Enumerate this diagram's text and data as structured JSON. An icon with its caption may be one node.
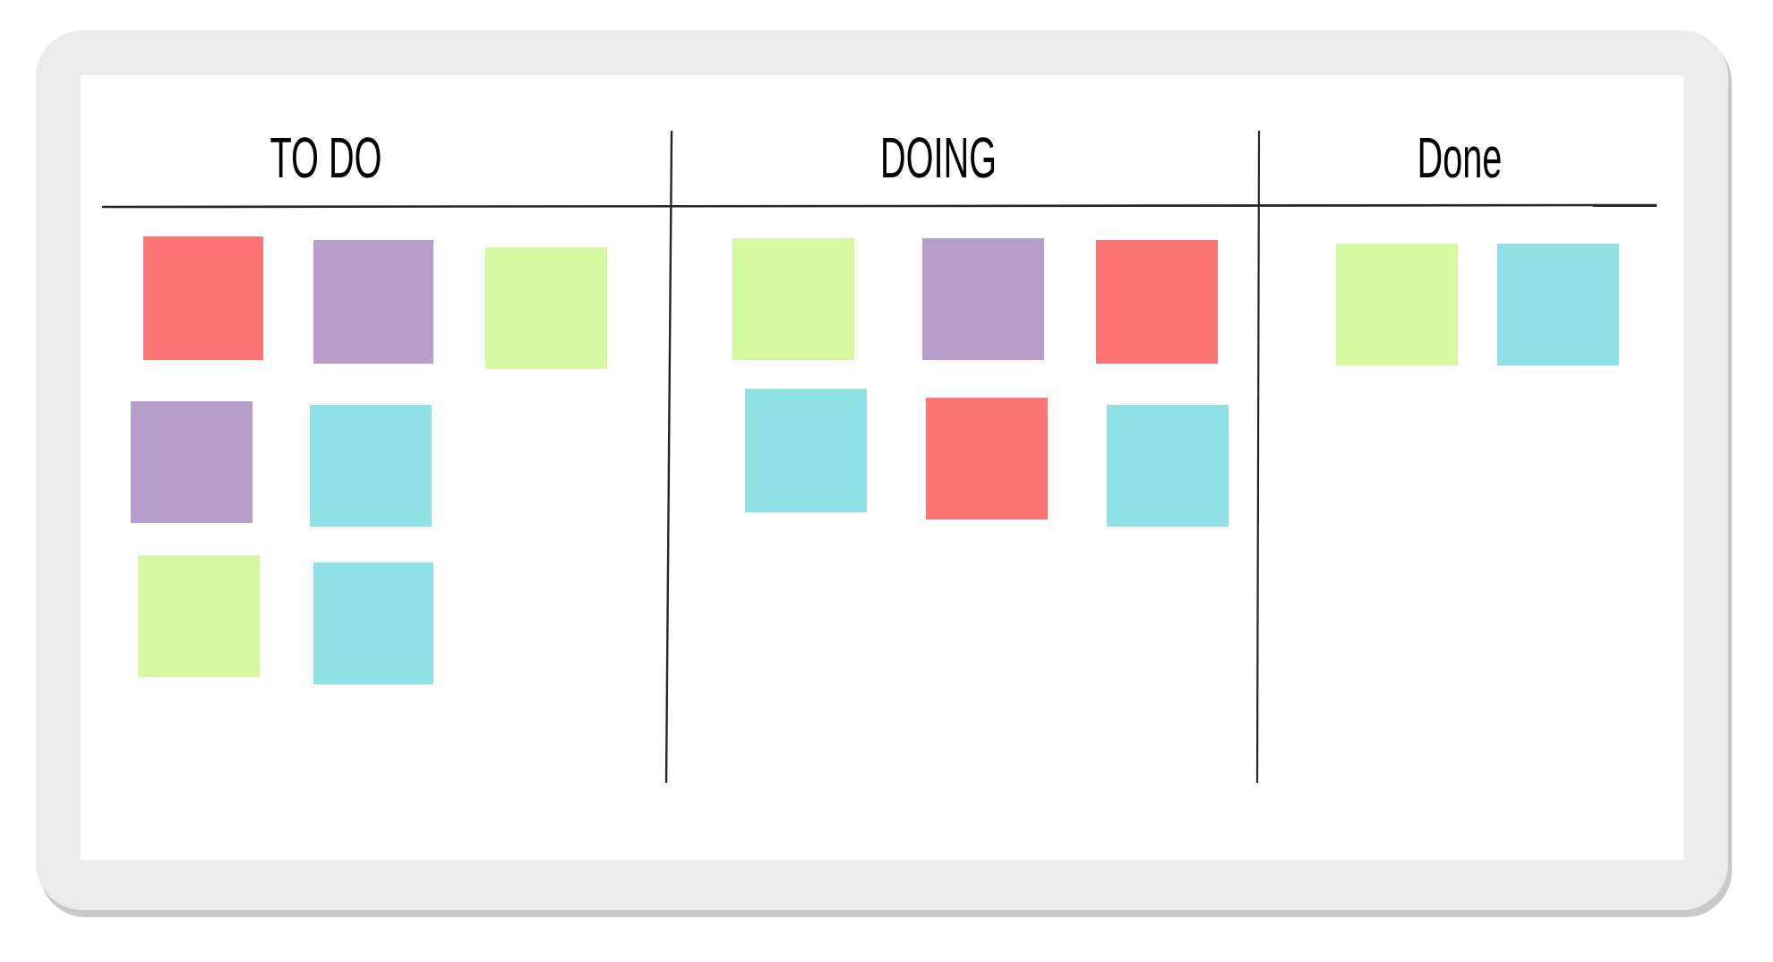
{
  "diagram": {
    "nodes": [
      {
        "text": [],
        "shape": "box"
      },
      {
        "text": [],
        "shape": "box"
      },
      {
        "text": [],
        "shape": "box"
      },
      {
        "text": [],
        "shape": "box"
      },
      {
        "text": [],
        "shape": "box"
      },
      {
        "text": [],
        "shape": "box"
      },
      {
        "text": [],
        "shape": "box"
      },
      {
        "text": [],
        "shape": "box"
      },
      {
        "text": [],
        "shape": "box"
      },
      {
        "text": [],
        "shape": "box"
      },
      {
        "text": [],
        "shape": "box"
      },
      {
        "text": [],
        "shape": "box"
      },
      {
        "text": [],
        "shape": "box"
      },
      {
        "text": [],
        "shape": "box"
      },
      {
        "text": [],
        "shape": "box"
      }
    ],
    "labels": [
      "TO DO",
      "DOING",
      "Done"
    ]
  }
}
